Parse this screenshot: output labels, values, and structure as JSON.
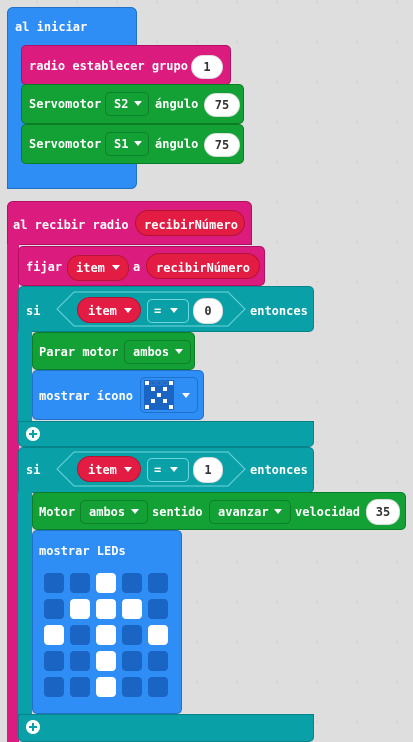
{
  "on_start": {
    "label": "al iniciar",
    "radio_group": {
      "label": "radio establecer grupo",
      "value": "1"
    },
    "servos": [
      {
        "label": "Servomotor",
        "pin": "S2",
        "angle_label": "ángulo",
        "angle": "75"
      },
      {
        "label": "Servomotor",
        "pin": "S1",
        "angle_label": "ángulo",
        "angle": "75"
      }
    ]
  },
  "on_radio": {
    "label": "al recibir radio",
    "param": "recibirNúmero",
    "set": {
      "label": "fijar",
      "var": "item",
      "to": "a",
      "value": "recibirNúmero"
    },
    "if1": {
      "si": "si",
      "var": "item",
      "op": "=",
      "value": "0",
      "then": "entonces",
      "stop": {
        "label": "Parar motor",
        "which": "ambos"
      },
      "show_icon": {
        "label": "mostrar ícono"
      }
    },
    "if2": {
      "si": "si",
      "var": "item",
      "op": "=",
      "value": "1",
      "then": "entonces",
      "motor": {
        "label": "Motor",
        "which": "ambos",
        "dir_label": "sentido",
        "dir": "avanzar",
        "speed_label": "velocidad",
        "speed": "35"
      },
      "show_leds": {
        "label": "mostrar LEDs",
        "grid": [
          [
            0,
            0,
            1,
            0,
            0
          ],
          [
            0,
            1,
            1,
            1,
            0
          ],
          [
            1,
            0,
            1,
            0,
            1
          ],
          [
            0,
            0,
            1,
            0,
            0
          ],
          [
            0,
            0,
            1,
            0,
            0
          ]
        ]
      }
    }
  },
  "colors": {
    "basic": "#2f8ef5",
    "radio": "#dc1b7e",
    "motor": "#13a035",
    "logic": "#0aa0a8",
    "variable": "#e31c44"
  },
  "icons": {
    "dropdown": "chevron-down-icon",
    "add": "plus-circle-icon",
    "show_icon": "x-pattern-icon"
  }
}
